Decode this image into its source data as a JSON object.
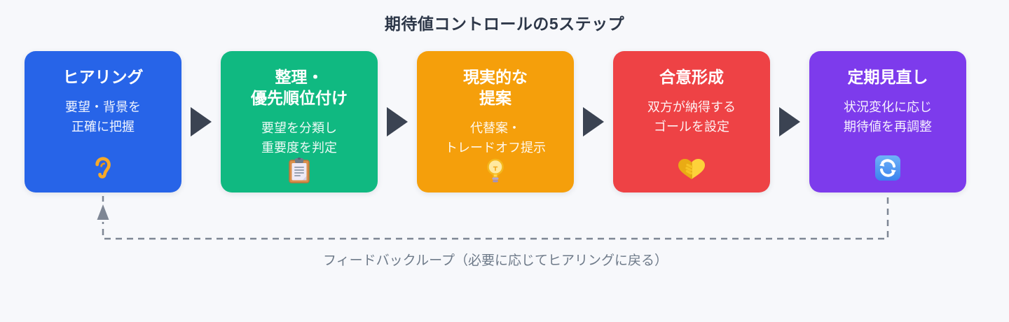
{
  "title": "期待値コントロールの5ステップ",
  "colors": {
    "background": "#f7f8fb",
    "title_text": "#2d3748",
    "flow_arrow": "#3b4352",
    "loop_line": "#7e8694",
    "loop_label_text": "#6e7a89"
  },
  "steps": [
    {
      "label": "ヒアリング",
      "description": "要望・背景を\n正確に把握",
      "icon": "ear-icon",
      "emoji": "👂",
      "color": "#2764e8"
    },
    {
      "label": "整理・\n優先順位付け",
      "description": "要望を分類し\n重要度を判定",
      "icon": "clipboard-icon",
      "emoji": "📋",
      "color": "#10b981"
    },
    {
      "label": "現実的な\n提案",
      "description": "代替案・\nトレードオフ提示",
      "icon": "lightbulb-icon",
      "emoji": "💡",
      "color": "#f59f0b"
    },
    {
      "label": "合意形成",
      "description": "双方が納得する\nゴールを設定",
      "icon": "handshake-icon",
      "emoji": "🤝",
      "color": "#ee4245"
    },
    {
      "label": "定期見直し",
      "description": "状況変化に応じ\n期待値を再調整",
      "icon": "refresh-icon",
      "emoji": "🔄",
      "color": "#7d3bec"
    }
  ],
  "feedback_loop": {
    "label": "フィードバックループ（必要に応じてヒアリングに戻る）"
  }
}
